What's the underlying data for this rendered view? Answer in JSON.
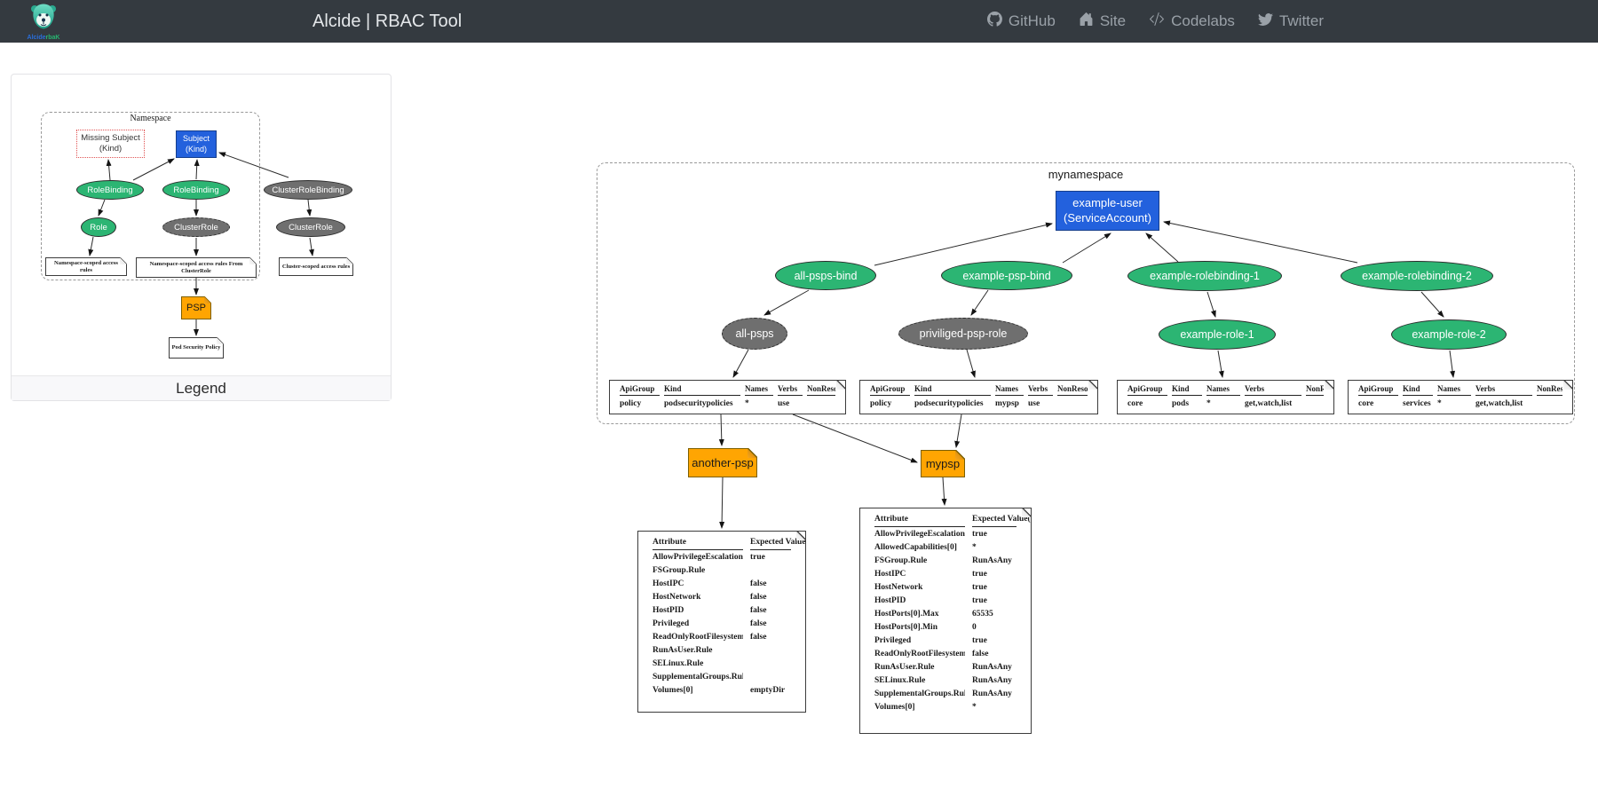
{
  "colors": {
    "navbar_bg": "#343a40",
    "node_green": "#2cb573",
    "node_gray": "#6f6f6f",
    "node_blue": "#2361dd",
    "psp_orange": "#ffa502",
    "missing_red_border": "#e05252"
  },
  "navbar": {
    "title": "Alcide | RBAC Tool",
    "logo_caption_1": "Alcide",
    "logo_caption_2": "rbaK",
    "links": [
      {
        "label": "GitHub"
      },
      {
        "label": "Site"
      },
      {
        "label": "Codelabs"
      },
      {
        "label": "Twitter"
      }
    ]
  },
  "legend": {
    "footer_label": "Legend",
    "cluster_label": "Namespace",
    "missing_subject": {
      "line1": "Missing Subject",
      "line2": "(Kind)"
    },
    "subject": {
      "line1": "Subject",
      "line2": "(Kind)"
    },
    "rolebinding": "RoleBinding",
    "clusterrolebinding": "ClusterRoleBinding",
    "role": "Role",
    "clusterrole": "ClusterRole",
    "psp": "PSP",
    "notes": {
      "ns_rules": "Namespace-scoped access rules",
      "ns_rules_from_cr": "Namespace-scoped access rules From ClusterRole",
      "cluster_rules": "Cluster-scoped access rules",
      "pod_security_policy": "Pod Security Policy"
    }
  },
  "main": {
    "cluster_label": "mynamespace",
    "subject": {
      "line1": "example-user",
      "line2": "(ServiceAccount)"
    },
    "bindings": [
      "all-psps-bind",
      "example-psp-bind",
      "example-rolebinding-1",
      "example-rolebinding-2"
    ],
    "roles": [
      "all-psps",
      "priviliged-psp-role",
      "example-role-1",
      "example-role-2"
    ],
    "rule_headers": [
      "ApiGroup",
      "Kind",
      "Names",
      "Verbs",
      "NonResourceURI"
    ],
    "rule_tables": [
      {
        "cells": [
          "policy",
          "podsecuritypolicies",
          "*",
          "use",
          ""
        ]
      },
      {
        "cells": [
          "policy",
          "podsecuritypolicies",
          "mypsp",
          "use",
          ""
        ]
      },
      {
        "cells": [
          "core",
          "pods",
          "*",
          "get,watch,list",
          ""
        ]
      },
      {
        "cells": [
          "core",
          "services",
          "*",
          "get,watch,list",
          ""
        ]
      }
    ],
    "psp_nodes": [
      "another-psp",
      "mypsp"
    ],
    "attr_headers": [
      "Attribute",
      "Expected Value(s)"
    ],
    "psp_tables": [
      {
        "rows": [
          [
            "AllowPrivilegeEscalation",
            "true"
          ],
          [
            "FSGroup.Rule",
            ""
          ],
          [
            "HostIPC",
            "false"
          ],
          [
            "HostNetwork",
            "false"
          ],
          [
            "HostPID",
            "false"
          ],
          [
            "Privileged",
            "false"
          ],
          [
            "ReadOnlyRootFilesystem",
            "false"
          ],
          [
            "RunAsUser.Rule",
            ""
          ],
          [
            "SELinux.Rule",
            ""
          ],
          [
            "SupplementalGroups.Rule",
            ""
          ],
          [
            "Volumes[0]",
            "emptyDir"
          ]
        ]
      },
      {
        "rows": [
          [
            "AllowPrivilegeEscalation",
            "true"
          ],
          [
            "AllowedCapabilities[0]",
            "*"
          ],
          [
            "FSGroup.Rule",
            "RunAsAny"
          ],
          [
            "HostIPC",
            "true"
          ],
          [
            "HostNetwork",
            "true"
          ],
          [
            "HostPID",
            "true"
          ],
          [
            "HostPorts[0].Max",
            "65535"
          ],
          [
            "HostPorts[0].Min",
            "0"
          ],
          [
            "Privileged",
            "true"
          ],
          [
            "ReadOnlyRootFilesystem",
            "false"
          ],
          [
            "RunAsUser.Rule",
            "RunAsAny"
          ],
          [
            "SELinux.Rule",
            "RunAsAny"
          ],
          [
            "SupplementalGroups.Rule",
            "RunAsAny"
          ],
          [
            "Volumes[0]",
            "*"
          ]
        ]
      }
    ]
  }
}
